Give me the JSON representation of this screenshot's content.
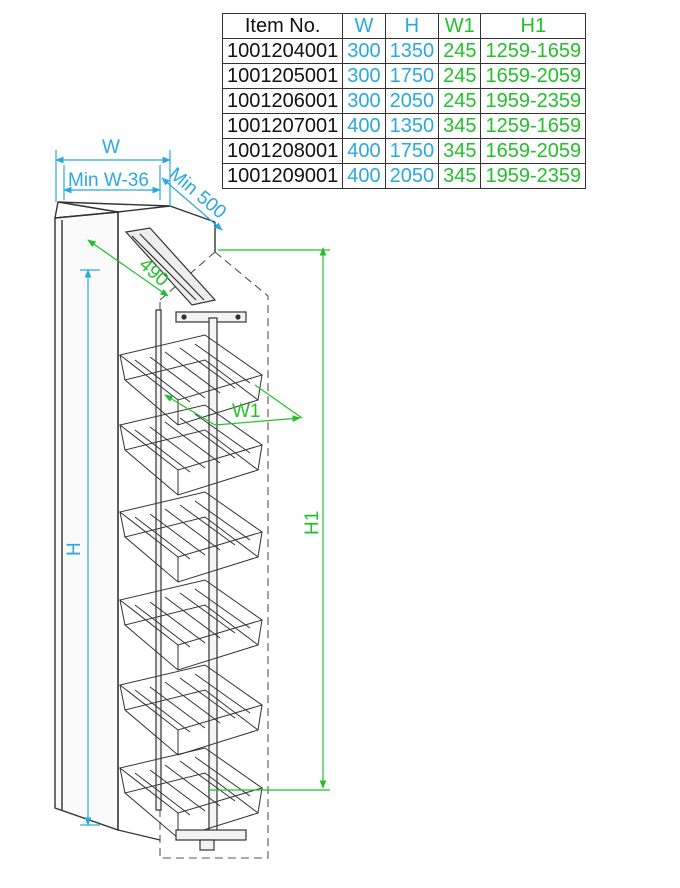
{
  "table": {
    "headers": [
      "Item No.",
      "W",
      "H",
      "W1",
      "H1"
    ],
    "rows": [
      [
        "1001204001",
        "300",
        "1350",
        "245",
        "1259-1659"
      ],
      [
        "1001205001",
        "300",
        "1750",
        "245",
        "1659-2059"
      ],
      [
        "1001206001",
        "300",
        "2050",
        "245",
        "1959-2359"
      ],
      [
        "1001207001",
        "400",
        "1350",
        "345",
        "1259-1659"
      ],
      [
        "1001208001",
        "400",
        "1750",
        "345",
        "1659-2059"
      ],
      [
        "1001209001",
        "400",
        "2050",
        "345",
        "1959-2359"
      ]
    ]
  },
  "dimensions": {
    "w": "W",
    "min_w": "Min W-36",
    "min_depth": "Min 500",
    "depth": "490",
    "w1": "W1",
    "h": "H",
    "h1": "H1"
  },
  "colors": {
    "cyan": "#29a9df",
    "green": "#22c02a",
    "outline": "#333333"
  }
}
